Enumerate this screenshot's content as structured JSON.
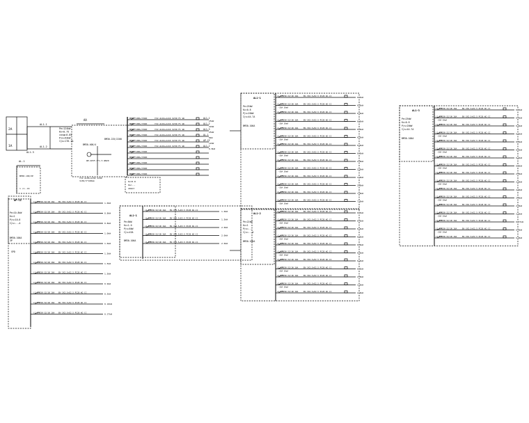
{
  "top_left": {
    "room_a": "2A",
    "room_b": "1A",
    "tag_al1": "AL1-1",
    "tag_al2": "AL1-2",
    "tag_al3": "AL1-3",
    "params": [
      "Pe=124kW",
      "Kx=0.75",
      "cosφ=0.85",
      "Pjs=93kW",
      "Ijs=176.1A"
    ],
    "aa_label": "AA",
    "breaker": "BM30-225/2200",
    "meter": "WE-SPVF-3*1.5 WB20",
    "main": "BM30-400/4",
    "cable_in": "YJV-4x95+1x50 SC80",
    "cable_size": "3x50/3*100mm",
    "al_sub": "AL-1",
    "al_sub_breaker": "BM30-100/3P",
    "al_sub_note": "1  /1--16"
  },
  "top_right_block": {
    "kx": "Kx=0.8",
    "pe": "Pe=...",
    "note": "2kWx3",
    "circuits": [
      {
        "load": "25kW",
        "label": "AL1-1"
      },
      {
        "load": "22kW",
        "label": "AL1-2"
      },
      {
        "load": "25kW",
        "label": "AL1-3"
      },
      {
        "load": "8kW",
        "label": "AL-1"
      },
      {
        "load": "12kW",
        "label": "AP-CZ"
      },
      {
        "load": "0.8kW",
        "label": "AL1-2"
      }
    ]
  },
  "ap_panel": {
    "title": "AP-CZ",
    "params": [
      "Pe=10.8kW",
      "Kx=1",
      "Pjs=10.8",
      "Ijs=...A"
    ],
    "incomer": "BM30-100A",
    "incomer_sub": "3P",
    "spd": "SPD",
    "loads": [
      "1.0kW",
      "0.8kW",
      "0.8kW",
      "1.0kW",
      "1.6kW",
      "1.5kW",
      "1.5kW",
      "1.5kW",
      "0.9kW",
      "0.5kW",
      "0.10kW",
      "0.37kW"
    ]
  },
  "al11_small": {
    "title": "AL1-1",
    "params": [
      "Pe=8kW",
      "Kx=1.0",
      "Pjs=8kW",
      "Ijs=43A"
    ],
    "incomer": "BM30-100A",
    "loads": [
      "1.0kW",
      "1.5kW",
      "2.0kW",
      "2.0kW",
      "2.0kW"
    ]
  },
  "al11_big": {
    "title": "AL1-1",
    "params": [
      "Pe=25kW",
      "Kx=0.8",
      "Pjs=20kW",
      "Ijs=44.7A"
    ],
    "incomer": "BM30-100A",
    "loads": [
      "0.3kW",
      "0.6kW",
      "0.6kW",
      "0.6kW",
      "0.6kW",
      "0.6kW",
      "0.6kW",
      "0.6kW",
      "2.0kW",
      "2.0kW",
      "2.0kW",
      "2.0kW",
      "7.0kW",
      "7.0kW"
    ]
  },
  "al12_big": {
    "title": "AL1-2",
    "params": [
      "Pe=22kW",
      "Kx=1",
      "Pjs=...",
      "Ijs=...A"
    ],
    "incomer": "BM30-100A",
    "loads": [
      "0.3kW",
      "0.6kW",
      "0.6kW",
      "0.6kW",
      "0.6kW",
      "0.6kW",
      "0.6kW",
      "0.6kW",
      "2.0kW",
      "2.0kW",
      "2.0kW"
    ]
  },
  "al13_big": {
    "title": "AL1-3",
    "params": [
      "Pe=25kW",
      "Kx=0.8",
      "Pjs=20kW",
      "Ijs=44.7A"
    ],
    "incomer": "BM30-100A",
    "loads": [
      "0.3kW",
      "0.6kW",
      "0.6kW",
      "0.6kW",
      "0.6kW",
      "0.6kW",
      "0.6kW",
      "0.6kW",
      "2.0kW",
      "2.0kW",
      "2.0kW",
      "2.0kW",
      "2.0kW",
      "2.0kW",
      "0.37kW",
      "6.0kW",
      "6.0kW"
    ]
  },
  "row_text": {
    "breaker": "L1 BM65N-32/1N 16A",
    "cable": "BV-3X2.5+E2.5 PC20 WC-CC",
    "spare": "—20A 30mA"
  }
}
